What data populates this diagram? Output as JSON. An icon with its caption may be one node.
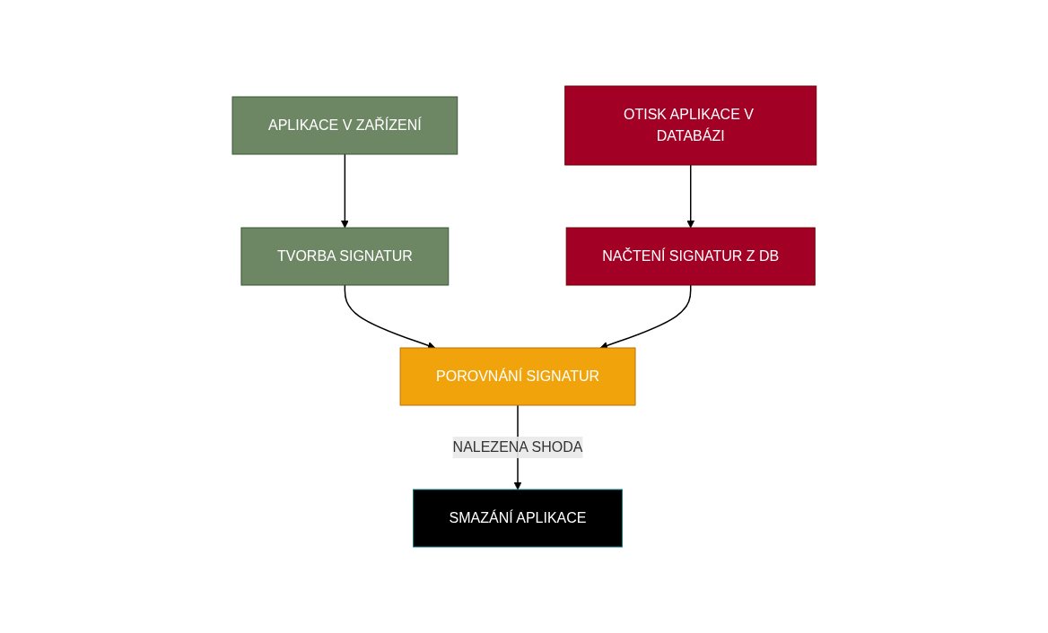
{
  "diagram": {
    "nodes": [
      {
        "text": [
          "APLIKACE V ZAŘÍZENÍ"
        ]
      },
      {
        "text": [
          "TVORBA SIGNATUR"
        ]
      },
      {
        "text": [
          "OTISK APLIKACE V DATABÁZI"
        ]
      },
      {
        "text": [
          "NAČTENÍ SIGNATUR Z DB"
        ]
      },
      {
        "text": [
          "POROVNÁNÍ SIGNATUR"
        ]
      },
      {
        "text": [
          "SMAZÁNÍ APLIKACE"
        ]
      }
    ],
    "edges": [
      {
        "from": 0,
        "to": 1,
        "arrow": "to"
      },
      {
        "from": 2,
        "to": 3,
        "arrow": "to"
      },
      {
        "from": 1,
        "to": 4,
        "arrow": "to"
      },
      {
        "from": 3,
        "to": 4,
        "arrow": "to"
      },
      {
        "from": 4,
        "to": 5,
        "arrow": "to",
        "label": "NALEZENA SHODA"
      }
    ]
  }
}
